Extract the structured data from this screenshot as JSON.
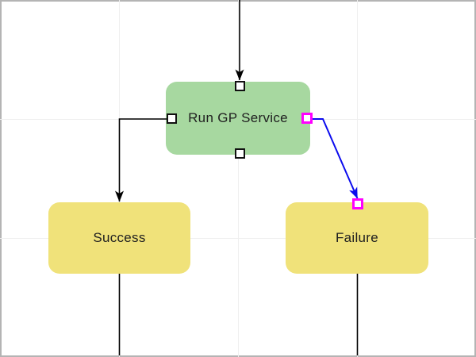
{
  "diagram": {
    "nodes": [
      {
        "id": "run-gp-service",
        "label": "Run GP Service",
        "fill": "#a7d8a0",
        "shape": "rounded-rect"
      },
      {
        "id": "success",
        "label": "Success",
        "fill": "#f0e27a",
        "shape": "rounded-rect"
      },
      {
        "id": "failure",
        "label": "Failure",
        "fill": "#f0e27a",
        "shape": "rounded-rect"
      }
    ],
    "connectors": [
      {
        "id": "incoming-top",
        "from": "offscreen-top",
        "to": "run-gp-service",
        "color": "#000000",
        "arrowhead": "filled",
        "state": "default"
      },
      {
        "id": "run-to-success",
        "from": "run-gp-service",
        "to": "success",
        "color": "#000000",
        "arrowhead": "filled",
        "state": "default"
      },
      {
        "id": "run-to-failure",
        "from": "run-gp-service",
        "to": "failure",
        "color": "#0b0bee",
        "arrowhead": "filled",
        "state": "selected"
      },
      {
        "id": "success-outgoing",
        "from": "success",
        "to": "offscreen-bottom",
        "color": "#000000",
        "arrowhead": "none",
        "state": "default"
      },
      {
        "id": "failure-outgoing",
        "from": "failure",
        "to": "offscreen-bottom",
        "color": "#000000",
        "arrowhead": "none",
        "state": "default"
      }
    ],
    "handles": [
      {
        "id": "run-top",
        "node": "run-gp-service",
        "side": "top",
        "state": "default"
      },
      {
        "id": "run-left",
        "node": "run-gp-service",
        "side": "left",
        "state": "default"
      },
      {
        "id": "run-right",
        "node": "run-gp-service",
        "side": "right",
        "state": "selected"
      },
      {
        "id": "run-bottom",
        "node": "run-gp-service",
        "side": "bottom",
        "state": "default"
      },
      {
        "id": "failure-top",
        "node": "failure",
        "side": "top",
        "state": "selected"
      }
    ],
    "colors": {
      "canvas_background": "#ffffff",
      "canvas_border": "#b4b4b4",
      "gridline": "#efefef",
      "connector_default": "#000000",
      "connector_selected": "#0b0bee",
      "handle_fill": "#ffffff",
      "handle_border_default": "#111111",
      "handle_border_selected": "#ff00ff",
      "node_text": "#202020"
    }
  }
}
